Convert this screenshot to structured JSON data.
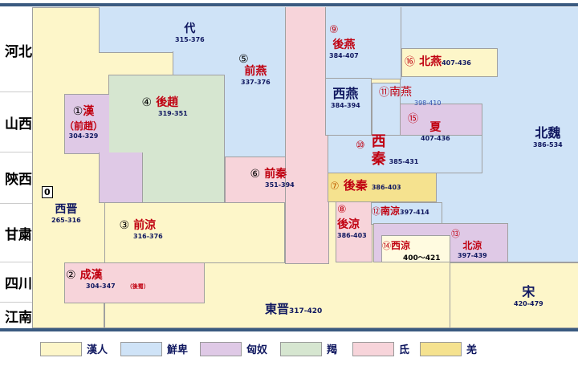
{
  "provinces": [
    "河北",
    "山西",
    "陝西",
    "甘粛",
    "四川",
    "江南"
  ],
  "kingdoms": {
    "xijin": {
      "num": "0",
      "name": "西晋",
      "years": "265-316"
    },
    "han": {
      "num": "①",
      "name": "漢",
      "sub": "（前趙）",
      "years": "304-329"
    },
    "chenghan": {
      "num": "②",
      "name": "成漢",
      "years": "304-347",
      "note": "（後蜀）"
    },
    "qianliang": {
      "num": "③",
      "name": "前涼",
      "years": "316-376"
    },
    "houzhao": {
      "num": "④",
      "name": "後趙",
      "years": "319-351"
    },
    "qianyan": {
      "num": "⑤",
      "name": "前燕",
      "years": "337-376"
    },
    "qianqin": {
      "num": "⑥",
      "name": "前秦",
      "years": "351-394"
    },
    "houqin": {
      "num": "⑦",
      "name": "後秦",
      "years": "386-403"
    },
    "houliang": {
      "num": "⑧",
      "name": "後涼",
      "years": "386-403"
    },
    "houyan": {
      "num": "⑨",
      "name": "後燕",
      "years": "384-407"
    },
    "xiqin": {
      "num": "⑩",
      "name": "西秦",
      "years": "385-431"
    },
    "nanyan": {
      "num": "⑪",
      "name": "南燕",
      "years": "398-410"
    },
    "nanliang": {
      "num": "⑫",
      "name": "南涼",
      "years": "397-414"
    },
    "beiliang": {
      "num": "⑬",
      "name": "北涼",
      "years": "397-439"
    },
    "xiliang": {
      "num": "⑭",
      "name": "西涼",
      "years": "400～421"
    },
    "xia": {
      "num": "⑮",
      "name": "夏",
      "years": "407-436"
    },
    "beiyan": {
      "num": "⑯",
      "name": "北燕",
      "years": "407-436"
    },
    "dai": {
      "name": "代",
      "years": "315-376"
    },
    "xiyan": {
      "name": "西燕",
      "years": "384-394"
    },
    "beiwei": {
      "name": "北魏",
      "years": "386-534"
    },
    "dongjin": {
      "name": "東晋",
      "years": "317-420"
    },
    "song": {
      "name": "宋",
      "years": "420-479"
    }
  },
  "legend": [
    {
      "label": "漢人",
      "color": "#fdf6c9"
    },
    {
      "label": "鮮卑",
      "color": "#cfe3f7"
    },
    {
      "label": "匈奴",
      "color": "#dfc9e6"
    },
    {
      "label": "羯",
      "color": "#d6e6d0"
    },
    {
      "label": "氐",
      "color": "#f7d4da"
    },
    {
      "label": "羌",
      "color": "#f5e28f"
    }
  ]
}
